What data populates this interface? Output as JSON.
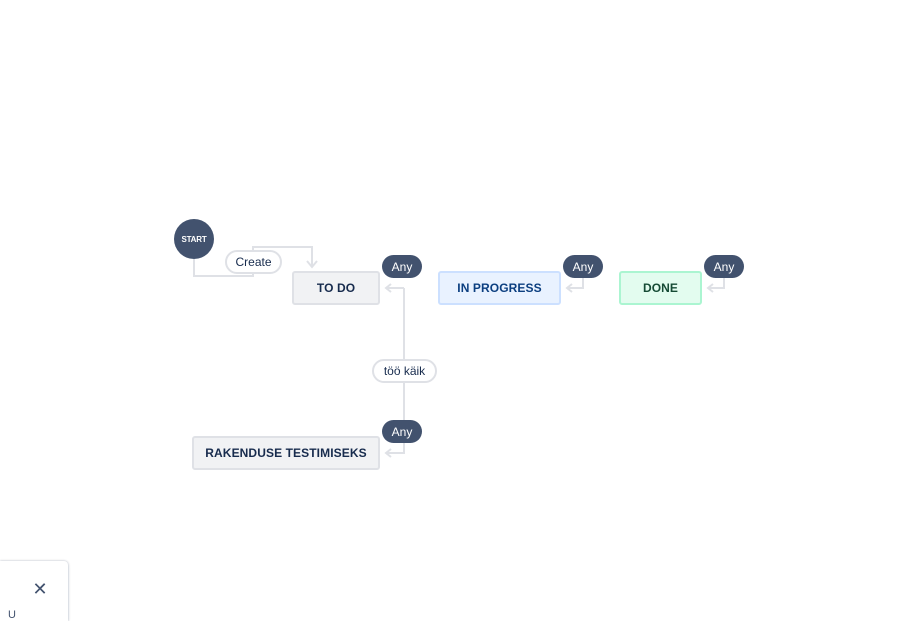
{
  "diagram": {
    "start_label": "START",
    "statuses": {
      "todo": "TO DO",
      "inprogress": "IN PROGRESS",
      "done": "DONE",
      "testing": "RAKENDUSE TESTIMISEKS"
    },
    "transitions": {
      "create": "Create",
      "too_kaik": "töö käik"
    },
    "any_label": "Any"
  },
  "panel": {
    "close_icon": "close-icon",
    "text": "U"
  },
  "colors": {
    "start": "#42526e",
    "any": "#42526e",
    "edge": "#dfe1e6",
    "todo_bg": "#f1f2f4",
    "inprogress_bg": "#e9f2ff",
    "done_bg": "#e3fcef"
  }
}
